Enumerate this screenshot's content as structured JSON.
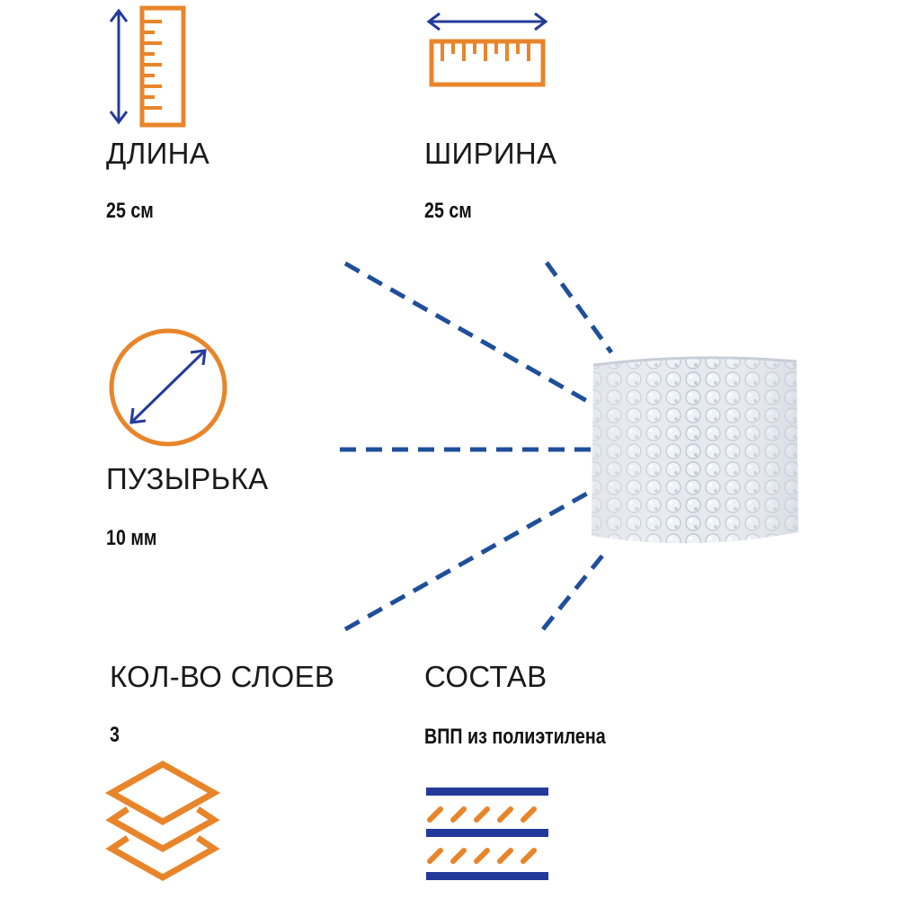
{
  "length": {
    "label": "ДЛИНА",
    "value": "25 см"
  },
  "width": {
    "label": "ШИРИНА",
    "value": "25 см"
  },
  "bubble": {
    "label": "ПУЗЫРЬКА",
    "value": "10 мм"
  },
  "layers": {
    "label": "КОЛ-ВО СЛОЕВ",
    "value": "3"
  },
  "composition": {
    "label": "СОСТАВ",
    "value": "ВПП из полиэтилена"
  },
  "colors": {
    "accent_orange": "#e8852a",
    "accent_blue": "#243a9a",
    "dash_blue": "#1f4f9a"
  },
  "icons": [
    "vertical-ruler-icon",
    "horizontal-ruler-icon",
    "bubble-diameter-icon",
    "layers-icon",
    "composition-icon",
    "bubble-wrap-roll-image"
  ]
}
